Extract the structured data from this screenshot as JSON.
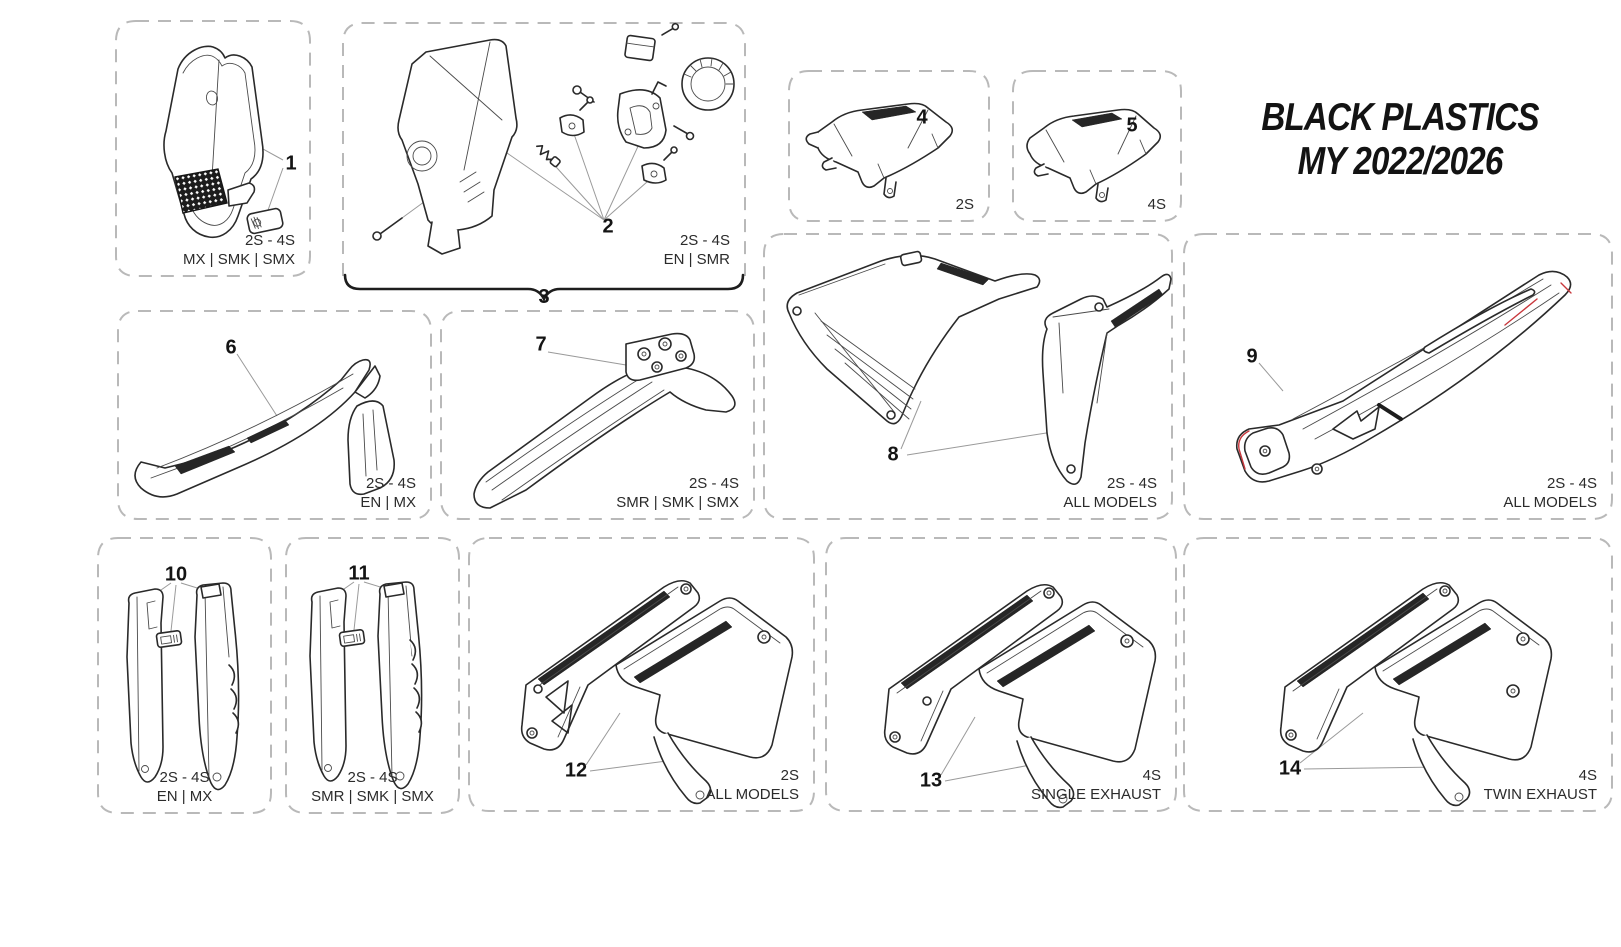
{
  "title": {
    "line1": "BLACK PLASTICS",
    "line2": "MY 2022/2026"
  },
  "colors": {
    "line": "#2a2a2a",
    "panel_border": "#b9b9b9",
    "accent_red": "#c8373c",
    "text": "#2b2b2b"
  },
  "panels": {
    "p1": {
      "number": "1",
      "part": "number plate",
      "labels": [
        "2S - 4S",
        "MX | SMK | SMX"
      ]
    },
    "p2": {
      "number": "2",
      "part": "headlight mask assembly",
      "labels": [
        "2S - 4S",
        "EN | SMR"
      ]
    },
    "p3": {
      "number": "3",
      "part": "headlight group brace"
    },
    "p4": {
      "number": "4",
      "part": "airbox cover 2S",
      "labels": [
        "2S"
      ]
    },
    "p5": {
      "number": "5",
      "part": "airbox cover 4S",
      "labels": [
        "4S"
      ]
    },
    "p6": {
      "number": "6",
      "part": "front fender",
      "labels": [
        "2S - 4S",
        "EN | MX"
      ]
    },
    "p7": {
      "number": "7",
      "part": "front fender",
      "labels": [
        "2S - 4S",
        "SMR | SMK | SMX"
      ]
    },
    "p8": {
      "number": "8",
      "part": "radiator shrouds",
      "labels": [
        "2S - 4S",
        "ALL MODELS"
      ]
    },
    "p9": {
      "number": "9",
      "part": "rear fender",
      "labels": [
        "2S - 4S",
        "ALL MODELS"
      ]
    },
    "p10": {
      "number": "10",
      "part": "fork guards",
      "labels": [
        "2S - 4S",
        "EN | MX"
      ]
    },
    "p11": {
      "number": "11",
      "part": "fork guards",
      "labels": [
        "2S - 4S",
        "SMR | SMK | SMX"
      ]
    },
    "p12": {
      "number": "12",
      "part": "side panels",
      "labels": [
        "2S",
        "ALL MODELS"
      ]
    },
    "p13": {
      "number": "13",
      "part": "side panels",
      "labels": [
        "4S",
        "SINGLE EXHAUST"
      ]
    },
    "p14": {
      "number": "14",
      "part": "side panels",
      "labels": [
        "4S",
        "TWIN EXHAUST"
      ]
    }
  }
}
